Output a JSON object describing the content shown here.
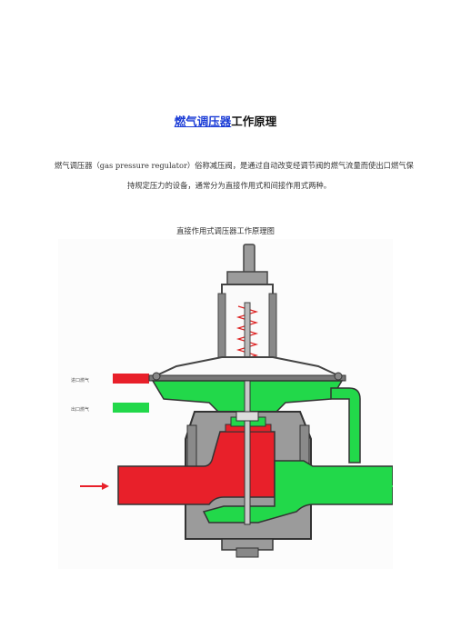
{
  "article": {
    "title_link": "燃气调压器",
    "title_rest": "工作原理",
    "intro_line1": "燃气调压器（gas pressure regulator）俗称减压阀，是通过自动改变经调节阀的燃气流量而使出口燃气保",
    "intro_line2": "持规定压力的设备，通常分为直接作用式和间接作用式两种。",
    "figure_caption": "直接作用式调压器工作原理图"
  },
  "diagram": {
    "legend": [
      {
        "label": "进口燃气",
        "color": "#e8202a"
      },
      {
        "label": "出口燃气",
        "color": "#22d84a"
      }
    ],
    "colors": {
      "inlet": "#e8202a",
      "outlet": "#22d84a",
      "metal": "#9b9b9b",
      "dark": "#4a4a4a"
    }
  }
}
